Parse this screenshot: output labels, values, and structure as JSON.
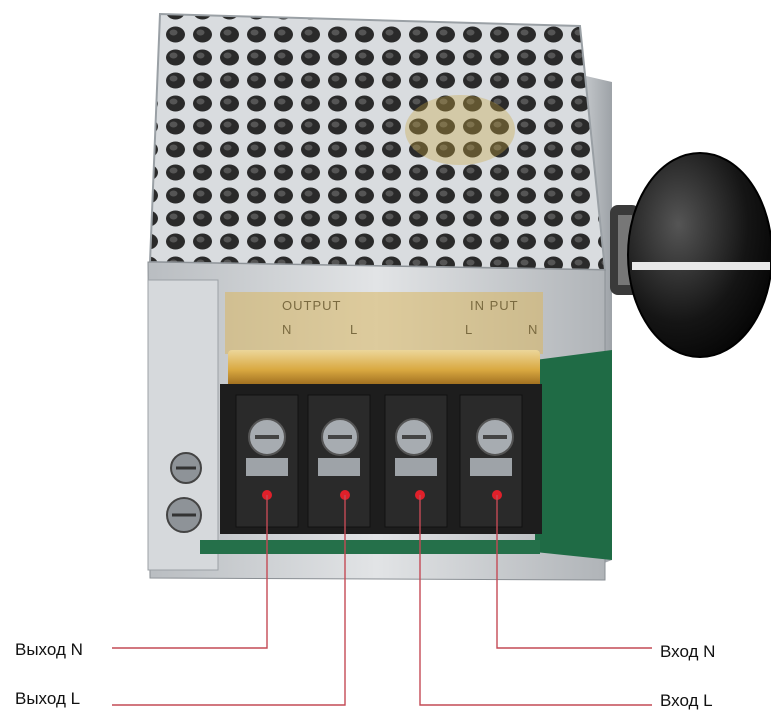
{
  "product": {
    "silkscreen_output": "OUTPUT",
    "silkscreen_input": "IN PUT",
    "terminal_marks": [
      "N",
      "L",
      "L",
      "N"
    ]
  },
  "labels": {
    "output_n": "Выход N",
    "output_l": "Выход L",
    "input_n": "Вход N",
    "input_l": "Вход L"
  },
  "colors": {
    "background": "#ffffff",
    "casing": "#c9ccd0",
    "terminal_block": "#1d1d1d",
    "marker_dot": "#e0202a",
    "leader_line": "#c44a55",
    "knob": "#111111",
    "pcb": "#1f6b45",
    "cover": "#d4a02c"
  },
  "icons": [
    "perforated-cover",
    "potentiometer-knob",
    "screw-terminal",
    "ground-screw"
  ]
}
